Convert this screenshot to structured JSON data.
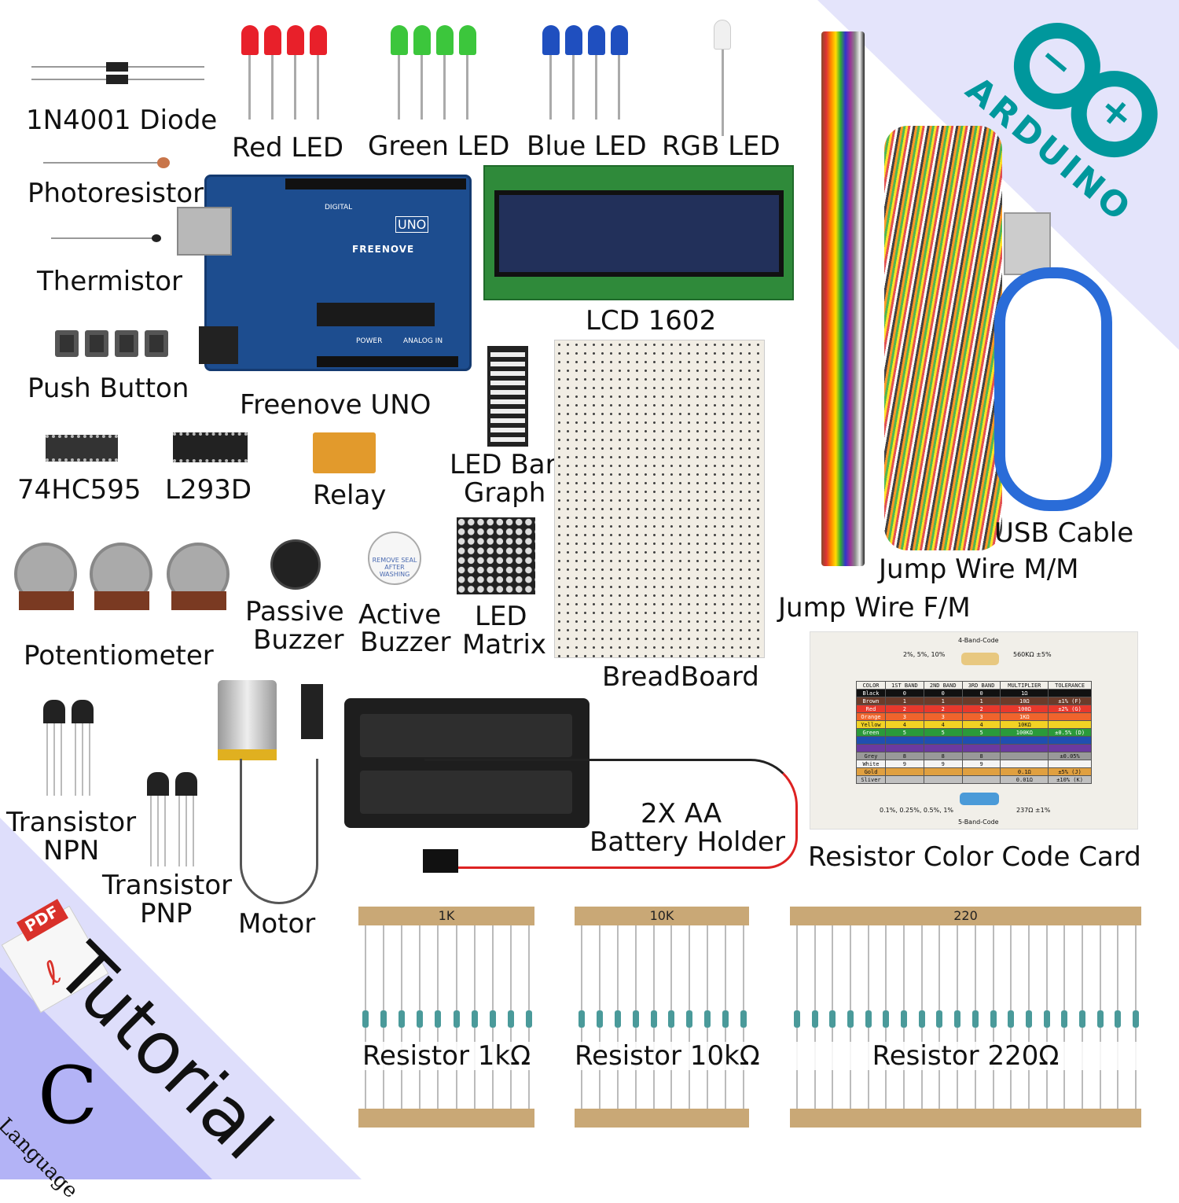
{
  "labels": {
    "diode": "1N4001 Diode",
    "red_led": "Red LED",
    "green_led": "Green LED",
    "blue_led": "Blue LED",
    "rgb_led": "RGB LED",
    "photoresistor": "Photoresistor",
    "thermistor": "Thermistor",
    "push_button": "Push Button",
    "uno": "Freenove UNO",
    "lcd": "LCD 1602",
    "ledbar_1": "LED Bar",
    "ledbar_2": "Graph",
    "ic1": "74HC595",
    "ic2": "L293D",
    "relay": "Relay",
    "passive_1": "Passive",
    "passive_2": "Buzzer",
    "active_1": "Active",
    "active_2": "Buzzer",
    "matrix_1": "LED",
    "matrix_2": "Matrix",
    "pot": "Potentiometer",
    "breadboard": "BreadBoard",
    "usb": "USB Cable",
    "jw_mm": "Jump Wire M/M",
    "jw_fm": "Jump Wire F/M",
    "npn_1": "Transistor",
    "npn_2": "NPN",
    "pnp_1": "Transistor",
    "pnp_2": "PNP",
    "motor": "Motor",
    "battery_1": "2X AA",
    "battery_2": "Battery Holder",
    "card": "Resistor Color Code Card"
  },
  "board": {
    "brand": "FREENOVE",
    "model": "UNO",
    "digital": "DIGITAL",
    "analog": "ANALOG IN",
    "power": "POWER"
  },
  "buzzer_sticker": "REMOVE SEAL AFTER WASHING",
  "resistors": [
    {
      "tape": "1K",
      "label": "Resistor 1kΩ"
    },
    {
      "tape": "10K",
      "label": "Resistor 10kΩ"
    },
    {
      "tape": "220",
      "label": "Resistor 220Ω"
    }
  ],
  "arduino": {
    "name": "ARDUINO",
    "minus": "−",
    "plus": "+"
  },
  "tutorial": {
    "pdf": "PDF",
    "title": "Tutorial",
    "c": "C",
    "language": "Language"
  },
  "card": {
    "four_band_title": "4-Band-Code",
    "four_band_tol": "2%, 5%, 10%",
    "four_band_example": "560KΩ ±5%",
    "five_band_title": "5-Band-Code",
    "five_band_tol": "0.1%, 0.25%, 0.5%, 1%",
    "five_band_example": "237Ω ±1%",
    "headers": [
      "COLOR",
      "1ST BAND",
      "2ND BAND",
      "3RD BAND",
      "MULTIPLIER",
      "TOLERANCE"
    ],
    "rows": [
      {
        "c": "#111111",
        "t": "#fff",
        "v": [
          "Black",
          "0",
          "0",
          "0",
          "1Ω",
          ""
        ]
      },
      {
        "c": "#6b3b2a",
        "t": "#fff",
        "v": [
          "Brown",
          "1",
          "1",
          "1",
          "10Ω",
          "±1% (F)"
        ]
      },
      {
        "c": "#e8392c",
        "t": "#fff",
        "v": [
          "Red",
          "2",
          "2",
          "2",
          "100Ω",
          "±2% (G)"
        ]
      },
      {
        "c": "#f0642c",
        "t": "#fff",
        "v": [
          "Orange",
          "3",
          "3",
          "3",
          "1KΩ",
          ""
        ]
      },
      {
        "c": "#f2d224",
        "t": "#111",
        "v": [
          "Yellow",
          "4",
          "4",
          "4",
          "10KΩ",
          ""
        ]
      },
      {
        "c": "#2a9a3a",
        "t": "#fff",
        "v": [
          "Green",
          "5",
          "5",
          "5",
          "100KΩ",
          "±0.5% (D)"
        ]
      },
      {
        "c": "#1f4fb0",
        "t": "#fff",
        "v": [
          "",
          "",
          "",
          "",
          "",
          ""
        ]
      },
      {
        "c": "#6a3aa0",
        "t": "#fff",
        "v": [
          "",
          "",
          "",
          "",
          "",
          ""
        ]
      },
      {
        "c": "#999999",
        "t": "#111",
        "v": [
          "Grey",
          "8",
          "8",
          "8",
          "",
          "±0.05%"
        ]
      },
      {
        "c": "#f4f4f4",
        "t": "#111",
        "v": [
          "White",
          "9",
          "9",
          "9",
          "",
          ""
        ]
      },
      {
        "c": "#e0a040",
        "t": "#111",
        "v": [
          "Gold",
          "",
          "",
          "",
          "0.1Ω",
          "±5% (J)"
        ]
      },
      {
        "c": "#c0c0c0",
        "t": "#111",
        "v": [
          "Sliver",
          "",
          "",
          "",
          "0.01Ω",
          "±10% (K)"
        ]
      }
    ]
  },
  "colors": {
    "arduino": "#00979c",
    "red": "#e8202a",
    "green": "#3cc63c",
    "blue": "#1f4fbf",
    "board": "#1d4d8f"
  }
}
